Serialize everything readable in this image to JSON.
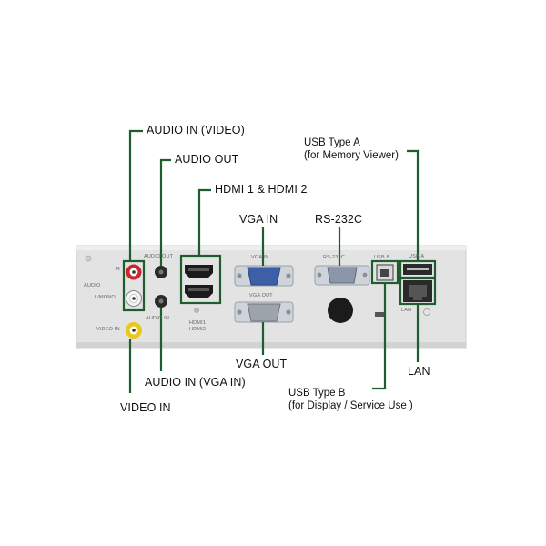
{
  "labels": {
    "audio_in_video": "AUDIO IN (VIDEO)",
    "audio_out": "AUDIO OUT",
    "hdmi": "HDMI 1 & HDMI 2",
    "vga_in": "VGA IN",
    "rs232c": "RS-232C",
    "usb_a_line1": "USB Type A",
    "usb_a_line2": "(for Memory Viewer)",
    "audio_in_vga": "AUDIO IN (VGA IN)",
    "video_in": "VIDEO IN",
    "vga_out": "VGA OUT",
    "lan": "LAN",
    "usb_b_line1": "USB Type B",
    "usb_b_line2": "(for Display / Service Use )"
  },
  "panel_text": {
    "audio": "AUDIO",
    "l_mono": "L/MONO",
    "r": "R",
    "video_in": "VIDEO IN",
    "audio_out": "AUDIO OUT",
    "audio_in": "AUDIO IN",
    "hdmi1": "HDMI1",
    "hdmi2": "HDMI2",
    "vga_in": "VGA IN",
    "vga_out": "VGA OUT",
    "rs232c": "RS-232C",
    "usb_b": "USB B",
    "usb_a": "USB A",
    "lan": "LAN"
  },
  "colors": {
    "leader": "#1f5c2e",
    "panel": "#e6e6e6",
    "vga_blue": "#3d5fa8",
    "rs232_gray": "#8b97a8",
    "rca_red": "#c8282e",
    "rca_white": "#f2f2f2",
    "rca_yellow": "#e8c81c"
  }
}
